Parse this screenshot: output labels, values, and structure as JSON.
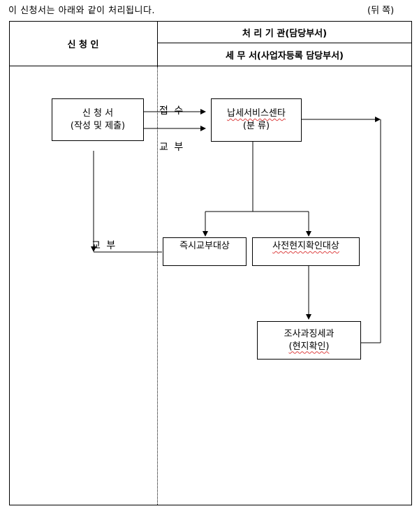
{
  "header_note": "이 신청서는 아래와 같이 처리됩니다.",
  "page_side": "(뒤  쪽)",
  "table": {
    "applicant_header": "신  청  인",
    "agency_header": "처  리  기  관(담당부서)",
    "office_header": "세 무 서(사업자등록 담당부서)"
  },
  "flow": {
    "application": {
      "line1": "신 청 서",
      "line2": "(작성 및 제출)"
    },
    "service_center": {
      "line1": "납세서비스센타",
      "line2": "(분    류)"
    },
    "immediate": {
      "line1": "즉시교부대상"
    },
    "precheck": {
      "line1": "사전현지확인대상"
    },
    "investigation": {
      "line1": "조사과징세과",
      "line2": "(현지확인)"
    },
    "receive_label": "접   수",
    "issue_label_top": "교   부",
    "issue_label_left": "교   부"
  }
}
